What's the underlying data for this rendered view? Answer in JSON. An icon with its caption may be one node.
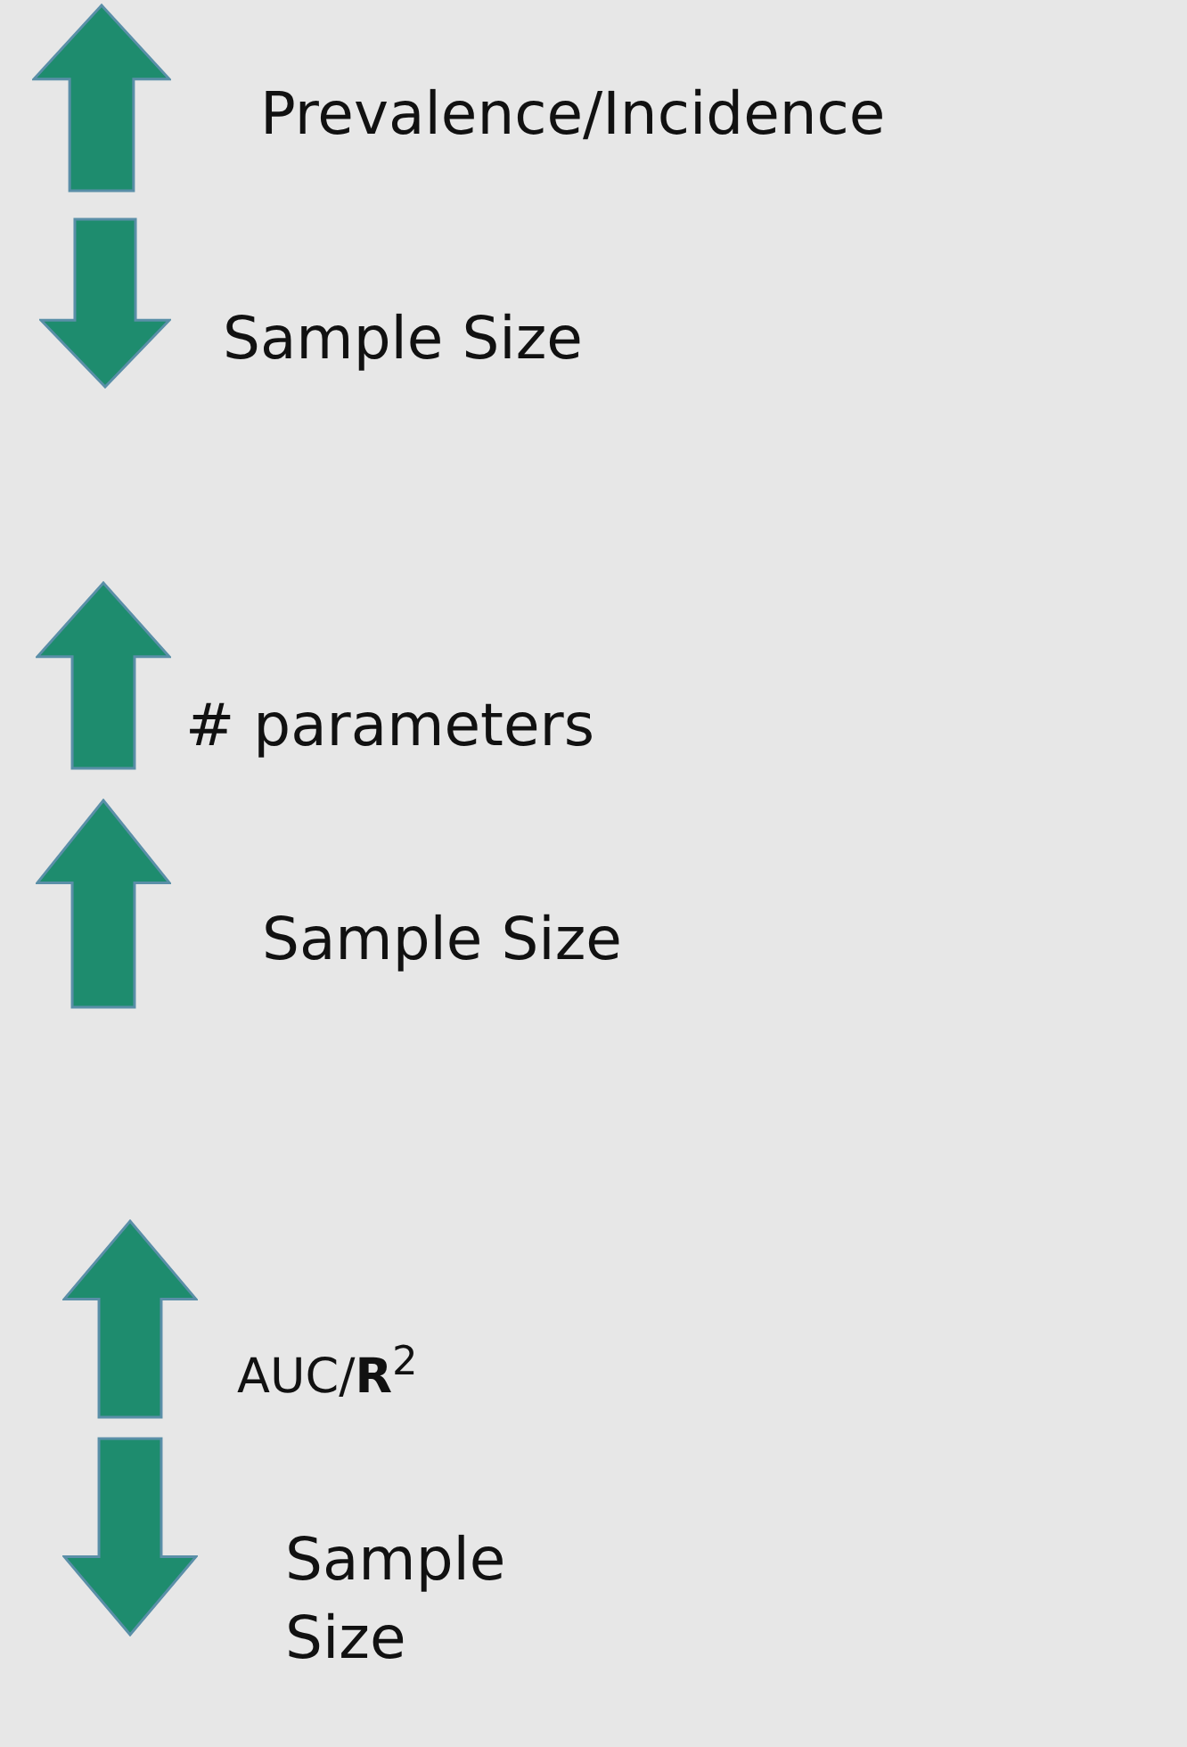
{
  "diagram": {
    "labels": [
      "Prevalence/Incidence",
      "Sample Size",
      "# parameters",
      "Sample Size",
      "AUC/**R**$^{2}$",
      "Sample Size"
    ]
  }
}
